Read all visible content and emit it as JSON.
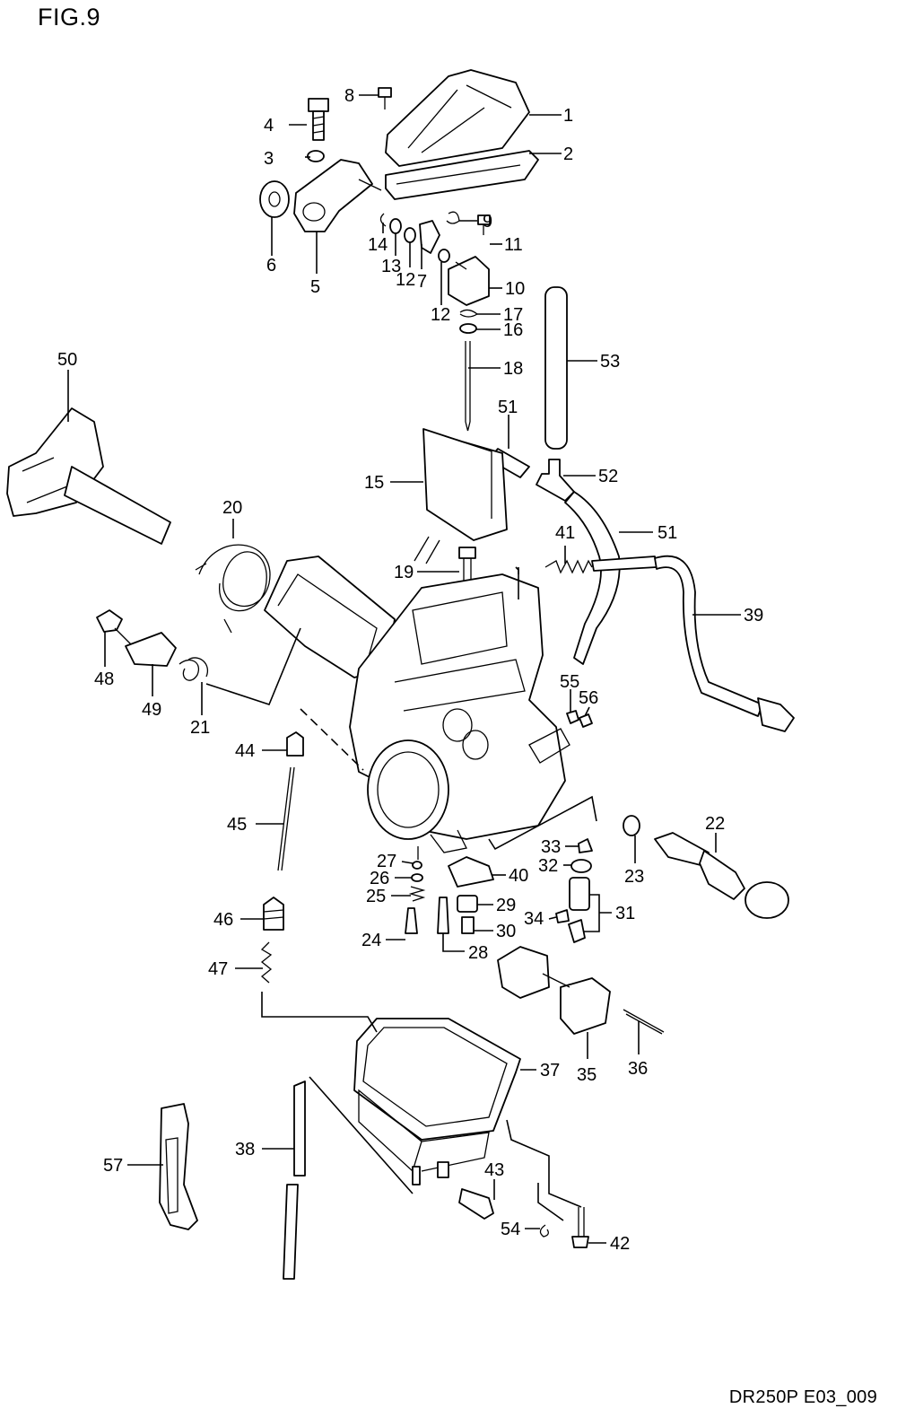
{
  "figure": {
    "title": "FIG.9",
    "code": "DR250P E03_009"
  },
  "callouts": [
    {
      "id": "c1",
      "text": "1"
    },
    {
      "id": "c2",
      "text": "2"
    },
    {
      "id": "c3",
      "text": "3"
    },
    {
      "id": "c4",
      "text": "4"
    },
    {
      "id": "c5",
      "text": "5"
    },
    {
      "id": "c6",
      "text": "6"
    },
    {
      "id": "c7",
      "text": "7"
    },
    {
      "id": "c8",
      "text": "8"
    },
    {
      "id": "c9",
      "text": "9"
    },
    {
      "id": "c10",
      "text": "10"
    },
    {
      "id": "c11",
      "text": "11"
    },
    {
      "id": "c12a",
      "text": "12"
    },
    {
      "id": "c12b",
      "text": "12"
    },
    {
      "id": "c13",
      "text": "13"
    },
    {
      "id": "c14",
      "text": "14"
    },
    {
      "id": "c15",
      "text": "15"
    },
    {
      "id": "c16",
      "text": "16"
    },
    {
      "id": "c17",
      "text": "17"
    },
    {
      "id": "c18",
      "text": "18"
    },
    {
      "id": "c19",
      "text": "19"
    },
    {
      "id": "c20",
      "text": "20"
    },
    {
      "id": "c21",
      "text": "21"
    },
    {
      "id": "c22",
      "text": "22"
    },
    {
      "id": "c23",
      "text": "23"
    },
    {
      "id": "c24",
      "text": "24"
    },
    {
      "id": "c25",
      "text": "25"
    },
    {
      "id": "c26",
      "text": "26"
    },
    {
      "id": "c27",
      "text": "27"
    },
    {
      "id": "c28",
      "text": "28"
    },
    {
      "id": "c29",
      "text": "29"
    },
    {
      "id": "c30",
      "text": "30"
    },
    {
      "id": "c31",
      "text": "31"
    },
    {
      "id": "c32",
      "text": "32"
    },
    {
      "id": "c33",
      "text": "33"
    },
    {
      "id": "c34",
      "text": "34"
    },
    {
      "id": "c35",
      "text": "35"
    },
    {
      "id": "c36",
      "text": "36"
    },
    {
      "id": "c37",
      "text": "37"
    },
    {
      "id": "c38",
      "text": "38"
    },
    {
      "id": "c39",
      "text": "39"
    },
    {
      "id": "c40",
      "text": "40"
    },
    {
      "id": "c41",
      "text": "41"
    },
    {
      "id": "c42",
      "text": "42"
    },
    {
      "id": "c43",
      "text": "43"
    },
    {
      "id": "c44",
      "text": "44"
    },
    {
      "id": "c45",
      "text": "45"
    },
    {
      "id": "c46",
      "text": "46"
    },
    {
      "id": "c47",
      "text": "47"
    },
    {
      "id": "c48",
      "text": "48"
    },
    {
      "id": "c49",
      "text": "49"
    },
    {
      "id": "c50",
      "text": "50"
    },
    {
      "id": "c51a",
      "text": "51"
    },
    {
      "id": "c51b",
      "text": "51"
    },
    {
      "id": "c52",
      "text": "52"
    },
    {
      "id": "c53",
      "text": "53"
    },
    {
      "id": "c54",
      "text": "54"
    },
    {
      "id": "c55",
      "text": "55"
    },
    {
      "id": "c56",
      "text": "56"
    },
    {
      "id": "c57",
      "text": "57"
    }
  ]
}
